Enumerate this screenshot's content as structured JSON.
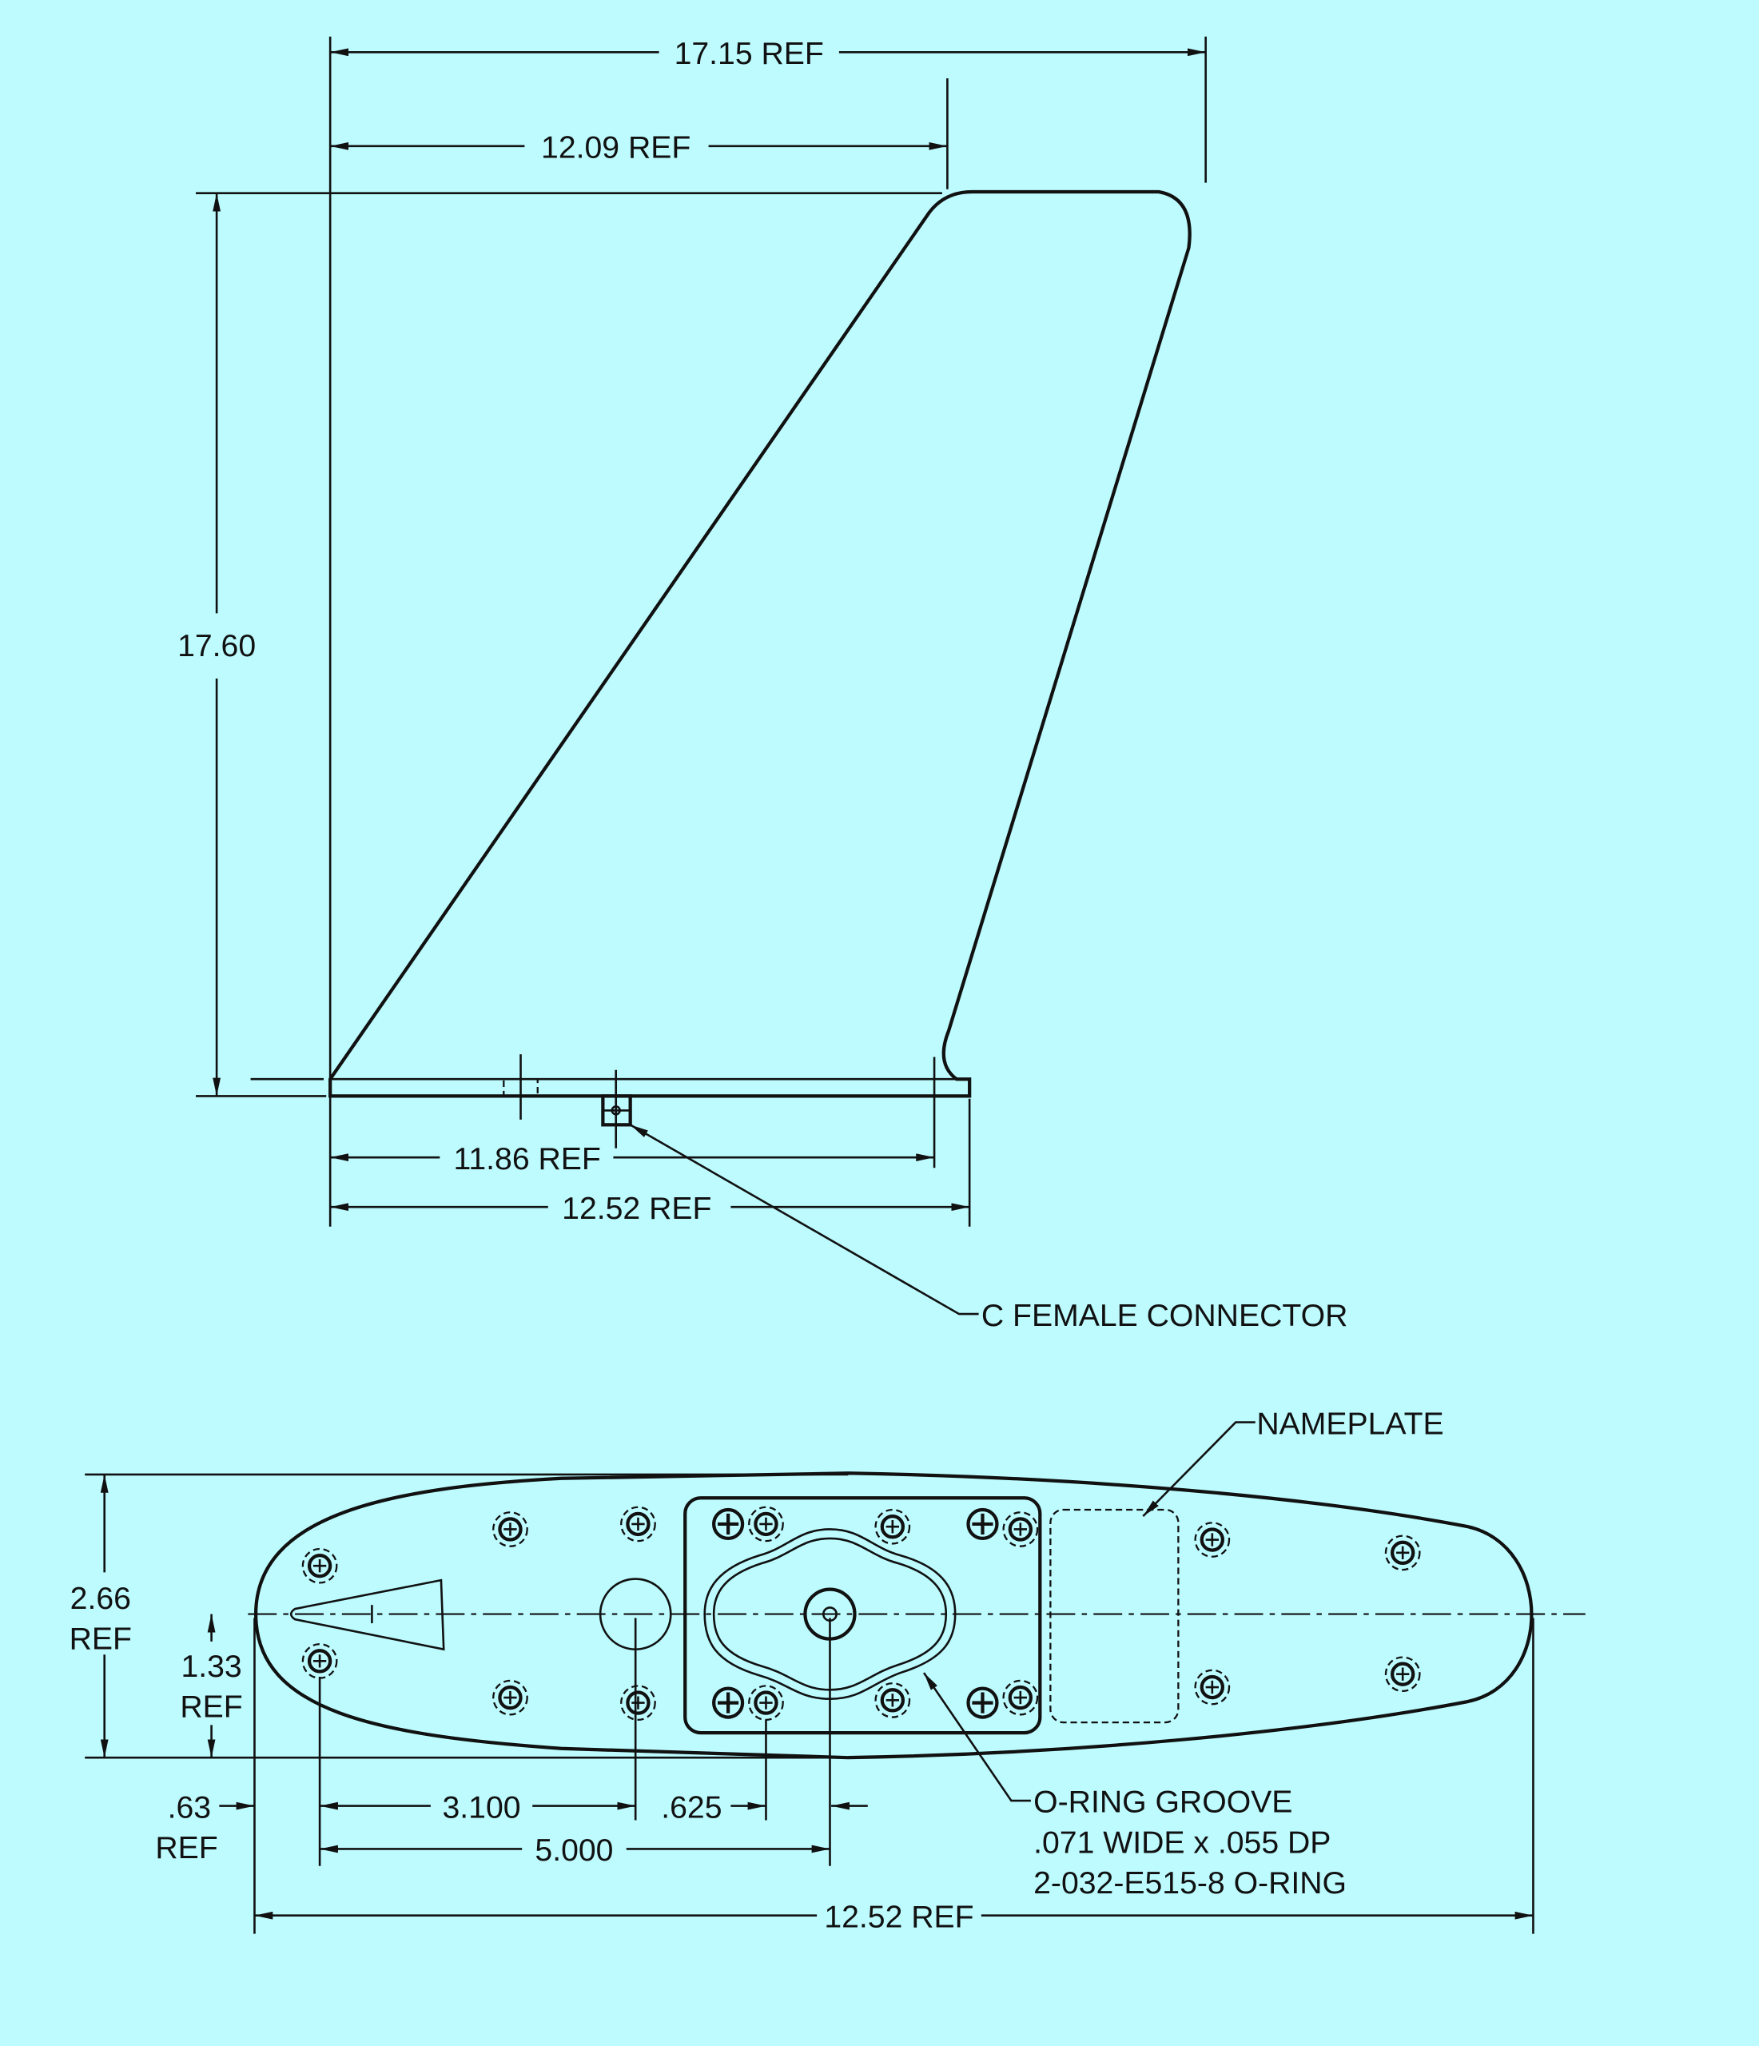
{
  "background_color": "#bdfbff",
  "line_color": "#111111",
  "side_view": {
    "dim_overall_length": "17.15 REF",
    "dim_top_offset": "12.09 REF",
    "dim_height": "17.60",
    "dim_base_inner": "11.86 REF",
    "dim_base_length": "12.52 REF",
    "connector_callout": "C FEMALE CONNECTOR"
  },
  "bottom_view": {
    "dim_width": [
      "2.66",
      "REF"
    ],
    "dim_half_width": [
      "1.33",
      "REF"
    ],
    "dim_edge_offset": [
      ".63",
      "REF"
    ],
    "dim_hole_spacing": "3.100",
    "dim_screw_offset": ".625",
    "dim_connector_pos": "5.000",
    "dim_overall_length": "12.52 REF",
    "nameplate_callout": "NAMEPLATE",
    "oring_callout": [
      "O-RING GROOVE",
      ".071 WIDE x .055 DP",
      "2-032-E515-8 O-RING"
    ]
  }
}
